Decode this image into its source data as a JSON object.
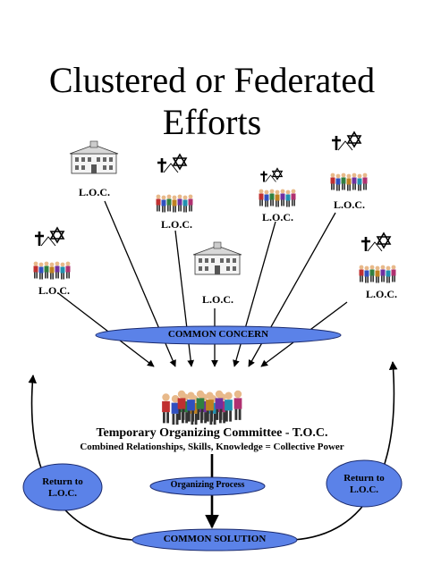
{
  "title": {
    "line1": "Clustered or Federated",
    "line2": "Efforts"
  },
  "loc_label": "L.O.C.",
  "common_concern": "COMMON CONCERN",
  "toc": {
    "name": "Temporary Organizing Committee - T.O.C.",
    "subtitle": "Combined Relationships, Skills, Knowledge = Collective Power"
  },
  "organizing_process": "Organizing Process",
  "return_left": {
    "line1": "Return to",
    "line2": "L.O.C."
  },
  "return_right": {
    "line1": "Return to",
    "line2": "L.O.C."
  },
  "common_solution": "COMMON SOLUTION",
  "colors": {
    "ellipse_fill": "#5b82e8",
    "ellipse_stroke": "#1a2a6e",
    "line": "#000000"
  }
}
